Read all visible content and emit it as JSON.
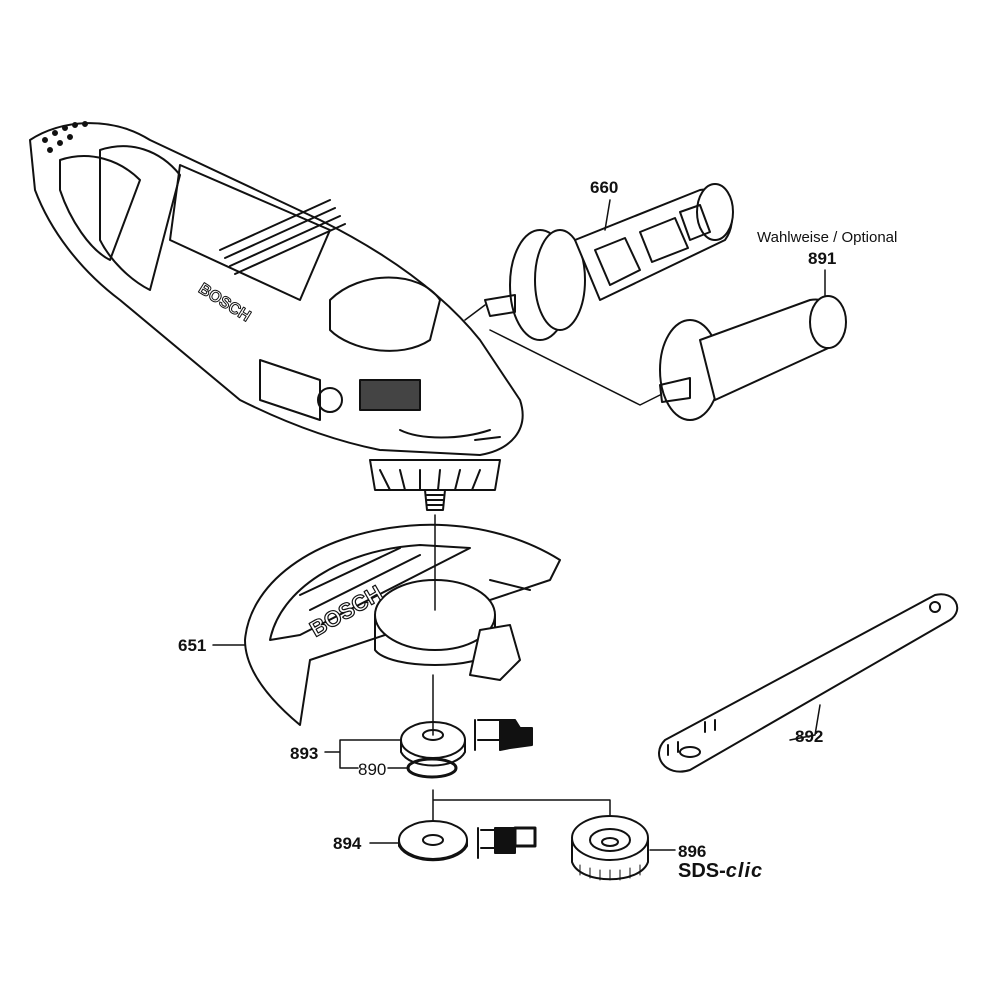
{
  "diagram": {
    "brand_logo": "BOSCH",
    "parts": [
      {
        "number": "660"
      },
      {
        "number": "891",
        "note": "Wahlweise / Optional"
      },
      {
        "number": "651"
      },
      {
        "number": "893"
      },
      {
        "number": "890"
      },
      {
        "number": "894"
      },
      {
        "number": "896",
        "note": "SDS-clic"
      },
      {
        "number": "892"
      }
    ],
    "sds_prefix": "SDS-",
    "sds_suffix": "clic"
  },
  "colors": {
    "line": "#111111",
    "background": "#ffffff"
  }
}
